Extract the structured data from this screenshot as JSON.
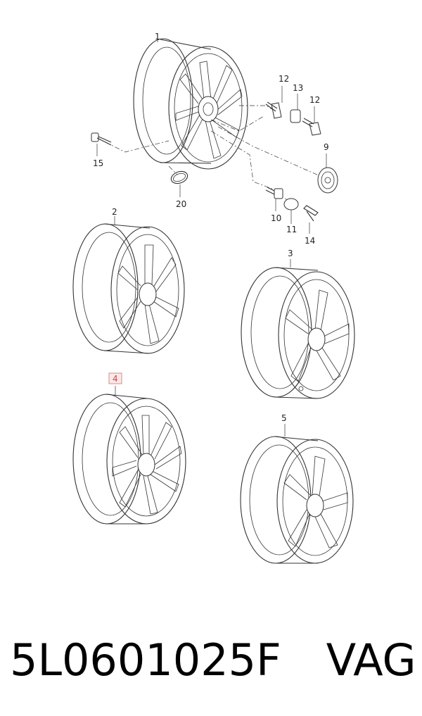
{
  "diagram": {
    "callouts": {
      "c1": "1",
      "c2": "2",
      "c3": "3",
      "c4": "4",
      "c5": "5",
      "c9": "9",
      "c10": "10",
      "c11": "11",
      "c12a": "12",
      "c12b": "12",
      "c13": "13",
      "c14": "14",
      "c15": "15",
      "c20": "20"
    },
    "highlighted_callout": "4",
    "highlight_color": "#ffe8e8"
  },
  "caption": {
    "part_number": "5L0601025F",
    "brand": "VAG"
  }
}
